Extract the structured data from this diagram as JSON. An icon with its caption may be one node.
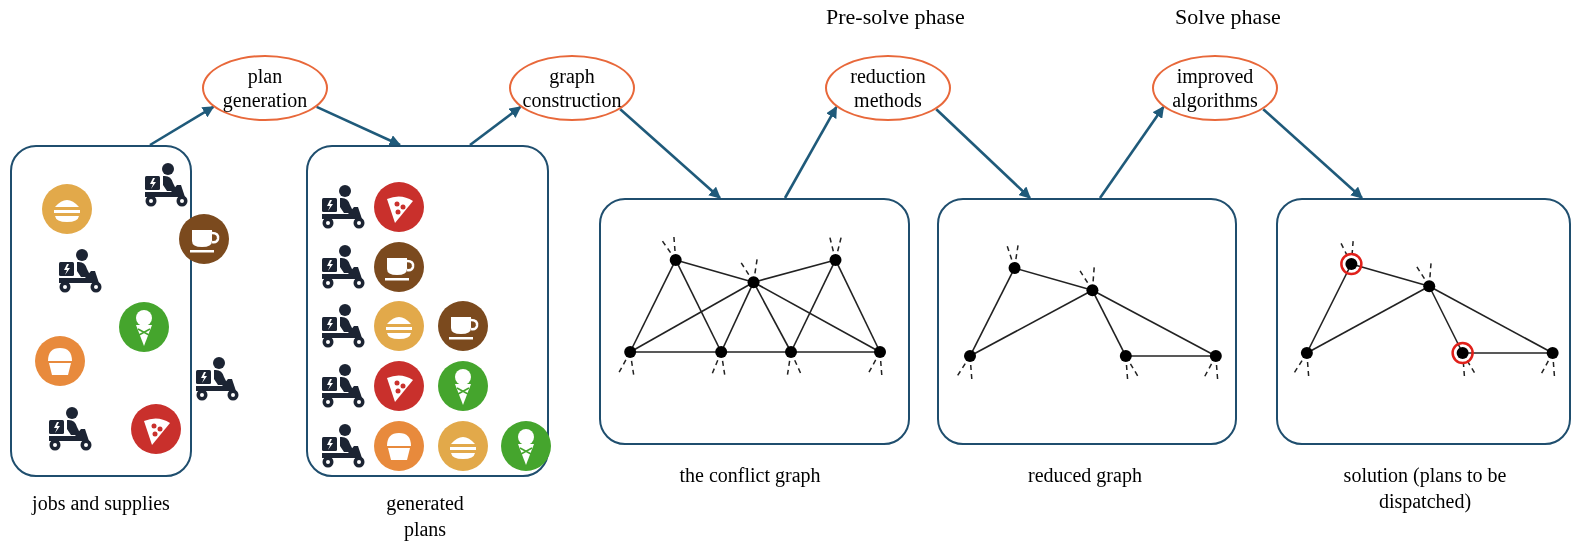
{
  "diagram": {
    "nodes": [
      {
        "text": [],
        "shape": "box",
        "beside": [
          "jobs and supplies"
        ]
      },
      {
        "text": [
          "plan generation"
        ]
      },
      {
        "text": [],
        "shape": "box",
        "beside": [
          "generated plans"
        ]
      },
      {
        "text": [
          "graph construction"
        ]
      },
      {
        "text": [],
        "shape": "box",
        "beside": [
          "the conflict graph"
        ]
      },
      {
        "text": [
          "reduction methods"
        ]
      },
      {
        "text": [],
        "shape": "box",
        "beside": [
          "reduced graph"
        ]
      },
      {
        "text": [
          "improved algorithms"
        ]
      },
      {
        "text": [],
        "shape": "box",
        "beside": [
          "solution (plans to be dispatched)"
        ]
      }
    ],
    "edges": [
      {
        "from": 0,
        "to": 1,
        "arrow": "to"
      },
      {
        "from": 1,
        "to": 2,
        "arrow": "to"
      },
      {
        "from": 2,
        "to": 3,
        "arrow": "to"
      },
      {
        "from": 3,
        "to": 4,
        "arrow": "to"
      },
      {
        "from": 4,
        "to": 5,
        "arrow": "to"
      },
      {
        "from": 5,
        "to": 6,
        "arrow": "to"
      },
      {
        "from": 6,
        "to": 7,
        "arrow": "to"
      },
      {
        "from": 7,
        "to": 8,
        "arrow": "to"
      }
    ],
    "labels": [
      "Pre-solve phase",
      "Solve phase"
    ]
  }
}
